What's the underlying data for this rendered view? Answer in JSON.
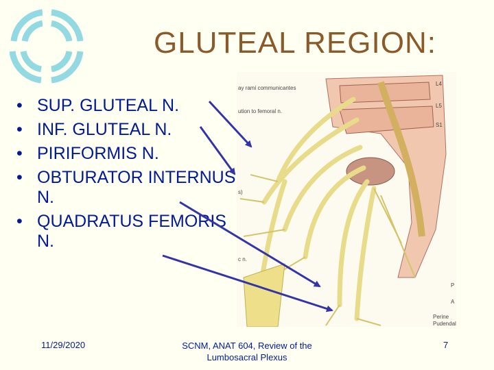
{
  "title": "GLUTEAL REGION:",
  "bullets": [
    "SUP. GLUTEAL N.",
    "INF. GLUTEAL N.",
    "PIRIFORMIS N.",
    "OBTURATOR INTERNUS N.",
    "QUADRATUS FEMORIS N."
  ],
  "figure_labels": {
    "rami": "ay rami communicantes",
    "femoral": "ution to femoral n.",
    "s": "s)",
    "cn": "c n.",
    "l4": "L4",
    "l5": "L5",
    "s1": "S1",
    "p": "P",
    "a": "A",
    "perine": "Perine",
    "pudendal": "Pudendal n"
  },
  "footer": {
    "date": "11/29/2020",
    "course_line1": "SCNM, ANAT 604, Review of the",
    "course_line2": "Lumbosacral Plexus",
    "page": "7"
  },
  "colors": {
    "title": "#8b5a2b",
    "text": "#001a99",
    "arrow": "#3333aa",
    "nerve": "#e8dc8a",
    "logo": "#7fd3df"
  }
}
